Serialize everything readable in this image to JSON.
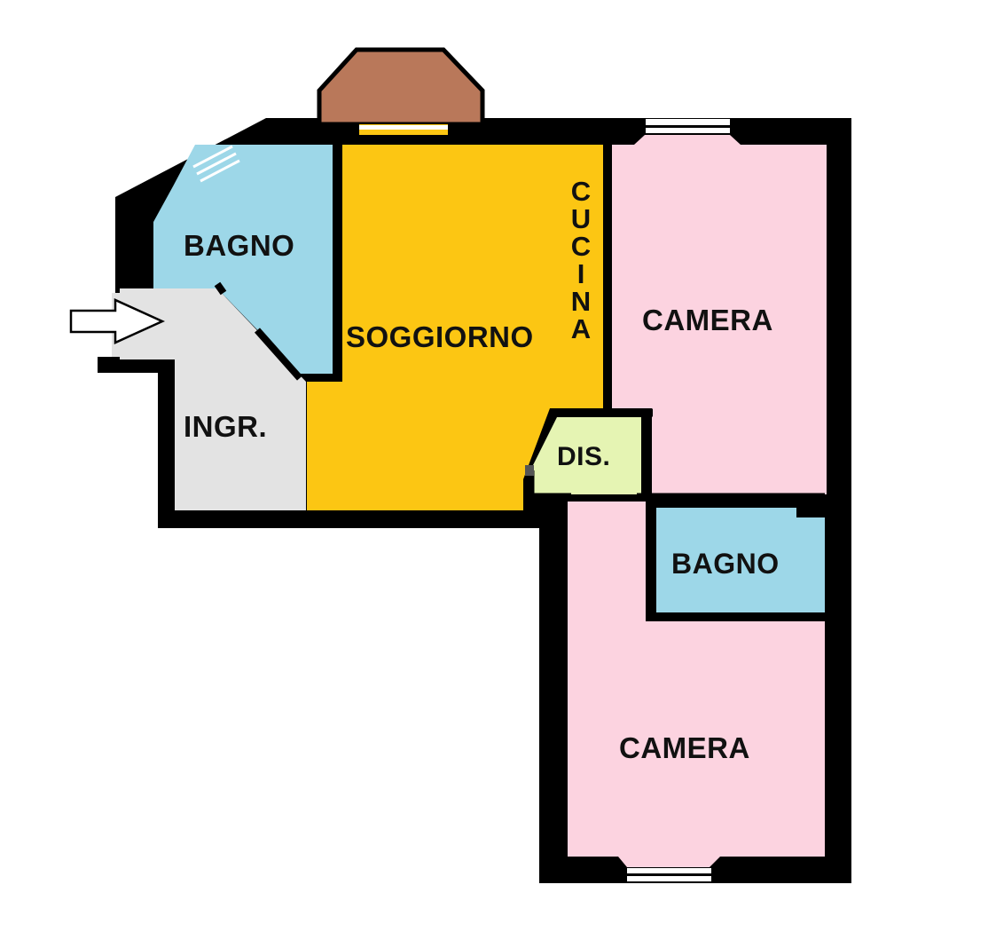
{
  "floorplan": {
    "colors": {
      "wall": "#000000",
      "balcony": "#b9785a",
      "bathroom": "#9dd7e8",
      "living": "#fcc613",
      "entrance": "#e3e3e3",
      "bedroom": "#fcd3e0",
      "hallway": "#e5f4b3",
      "window": "#ffffff"
    },
    "rooms": [
      {
        "id": "bagno-1",
        "label": "BAGNO"
      },
      {
        "id": "soggiorno",
        "label": "SOGGIORNO"
      },
      {
        "id": "cucina",
        "label": "CUCINA",
        "letters": [
          "C",
          "U",
          "C",
          "I",
          "N",
          "A"
        ]
      },
      {
        "id": "camera-1",
        "label": "CAMERA"
      },
      {
        "id": "ingresso",
        "label": "INGR."
      },
      {
        "id": "disimpegno",
        "label": "DIS."
      },
      {
        "id": "bagno-2",
        "label": "BAGNO"
      },
      {
        "id": "camera-2",
        "label": "CAMERA"
      }
    ],
    "entrance_marker": "arrow-right-icon"
  }
}
